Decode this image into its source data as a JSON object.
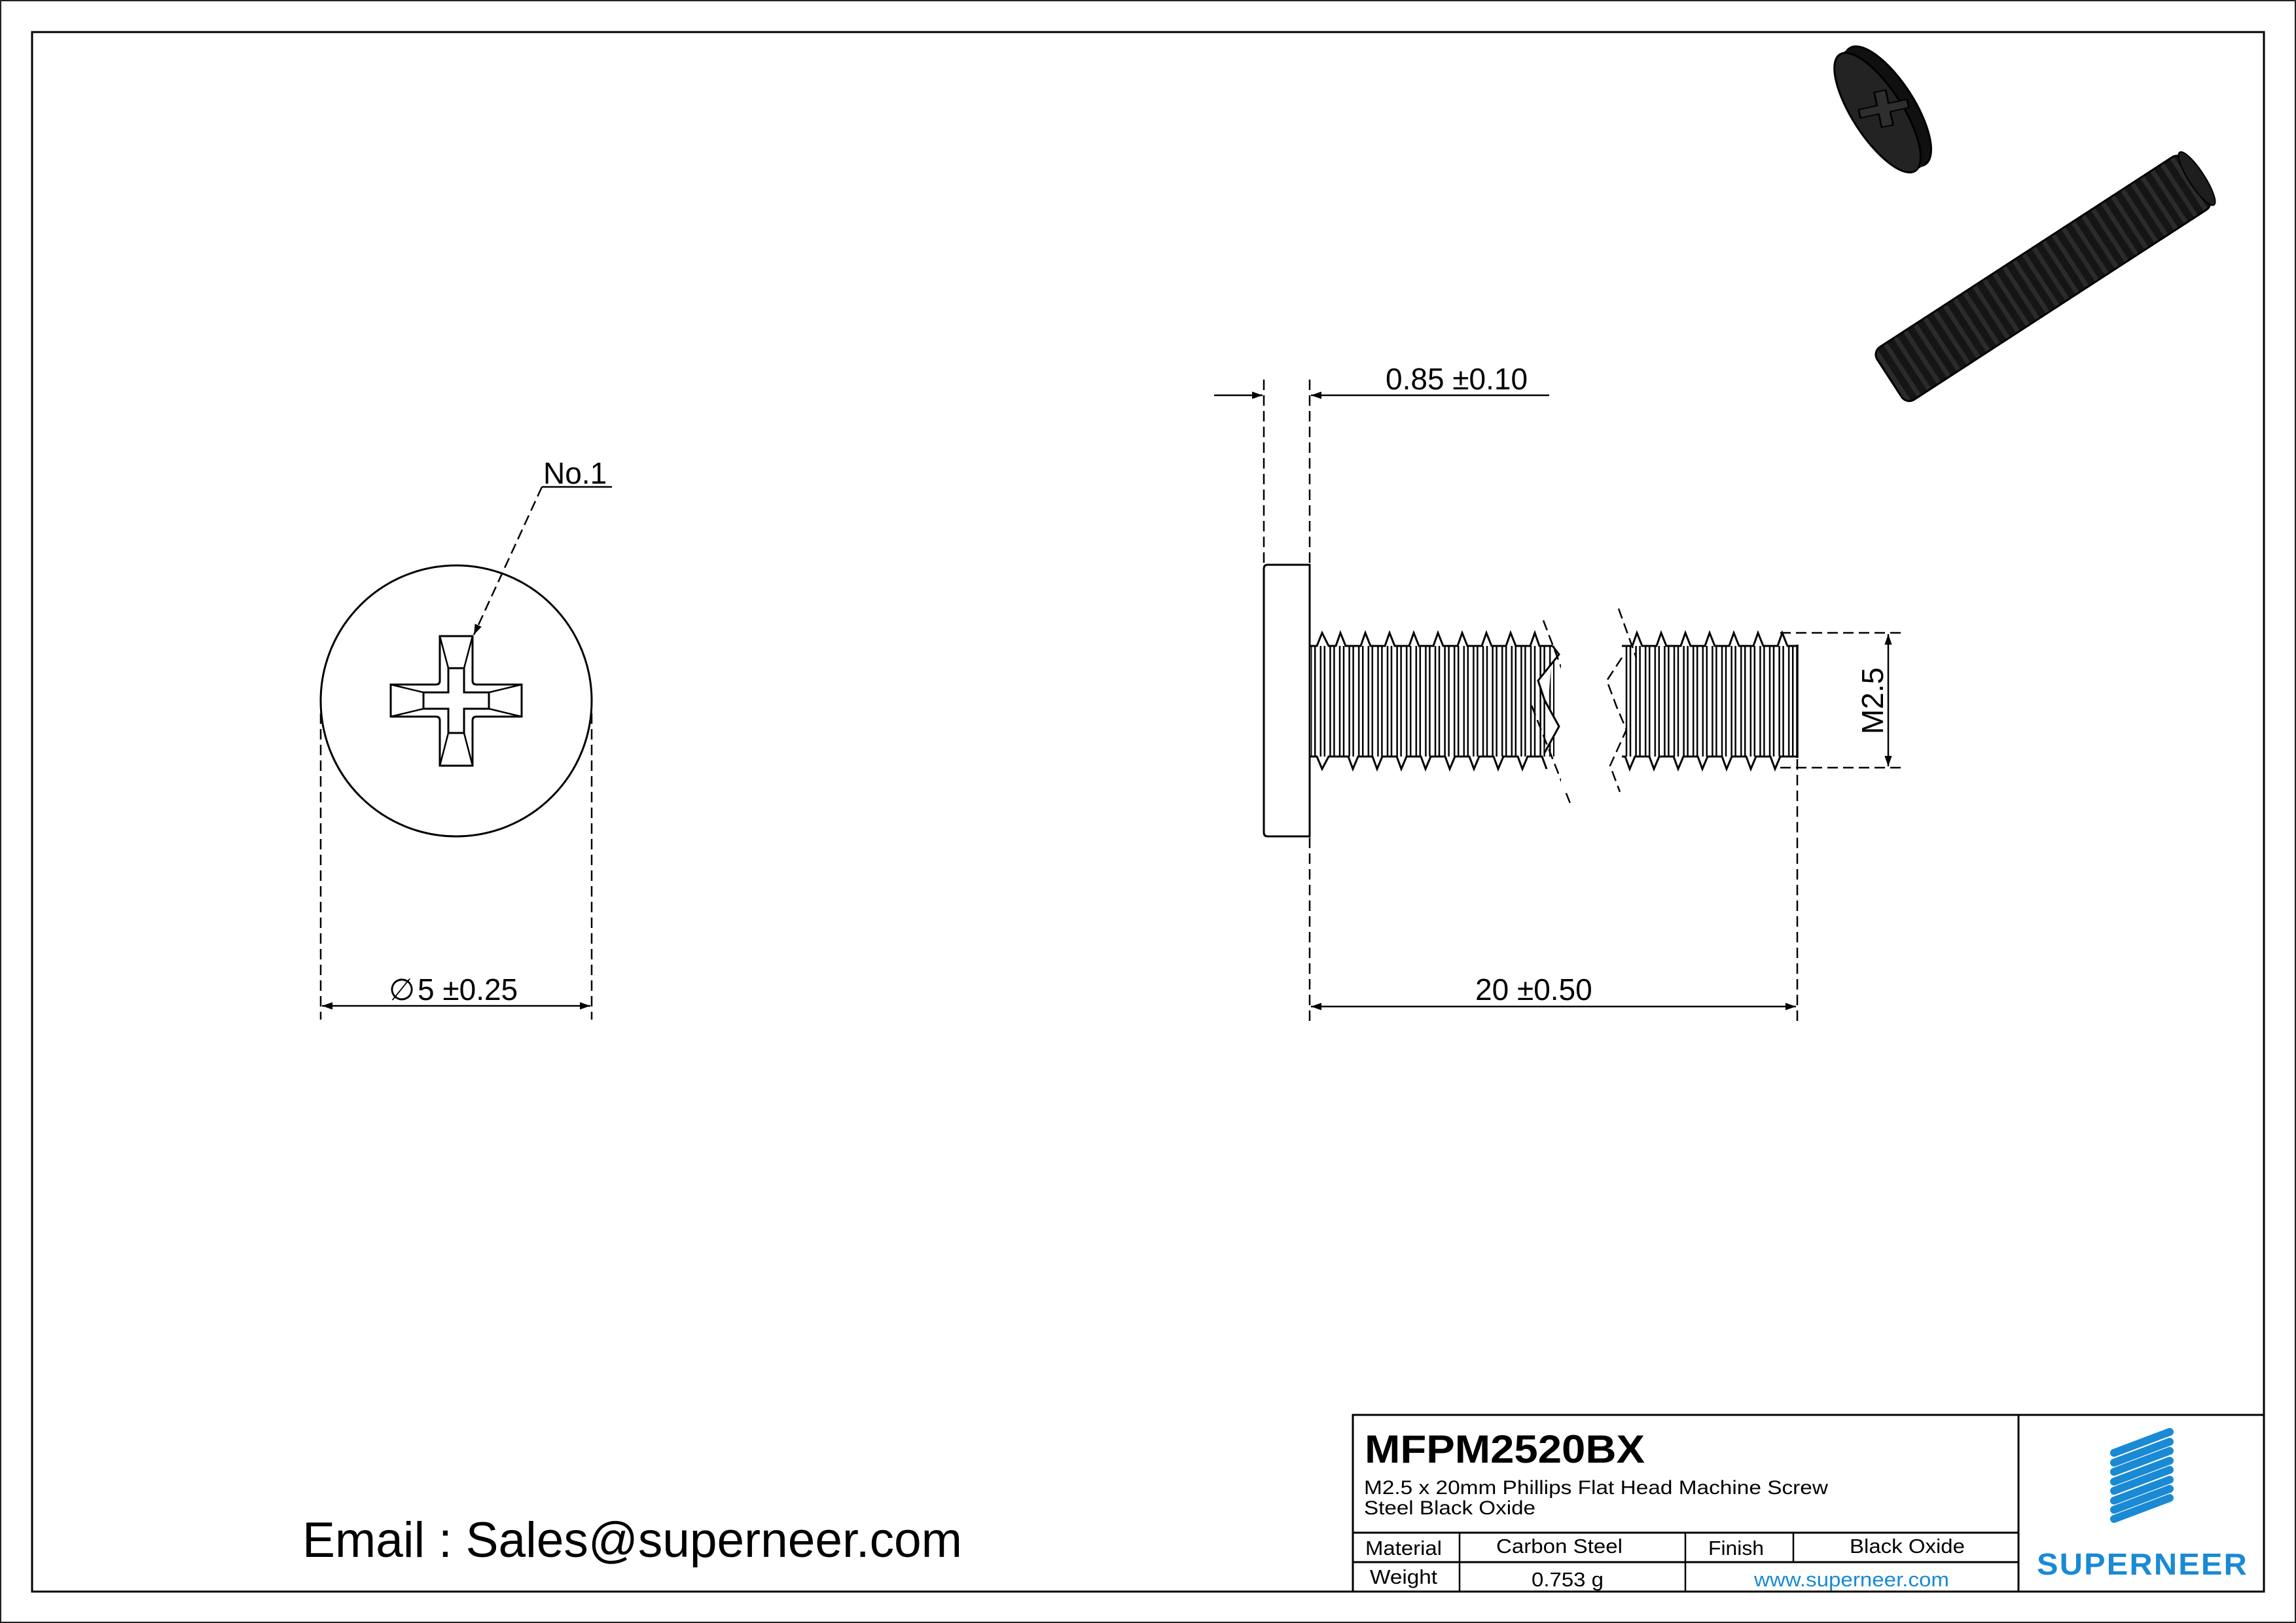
{
  "drawing": {
    "front_view": {
      "recess_callout": "No.1",
      "diameter_symbol": "∅",
      "diameter_dim": "5 ±0.25"
    },
    "side_view": {
      "head_height_dim": "0.85 ±0.10",
      "length_dim": "20 ±0.50",
      "thread_dim": "M2.5"
    },
    "isometric_view": {
      "description": "black oxide screw render"
    }
  },
  "contact": {
    "email_line": "Email : Sales@superneer.com"
  },
  "title_block": {
    "part_number": "MFPM2520BX",
    "description_line1": "M2.5 x 20mm Phillips Flat Head Machine Screw",
    "description_line2": "Steel Black Oxide",
    "rows": [
      {
        "label": "Material",
        "value": "Carbon Steel",
        "label2": "Finish",
        "value2": "Black Oxide"
      },
      {
        "label": "Weight",
        "value": "0.753 g",
        "link": "www.superneer.com"
      }
    ],
    "brand_name": "SUPERNEER",
    "brand_color": "#1a8ad4"
  }
}
